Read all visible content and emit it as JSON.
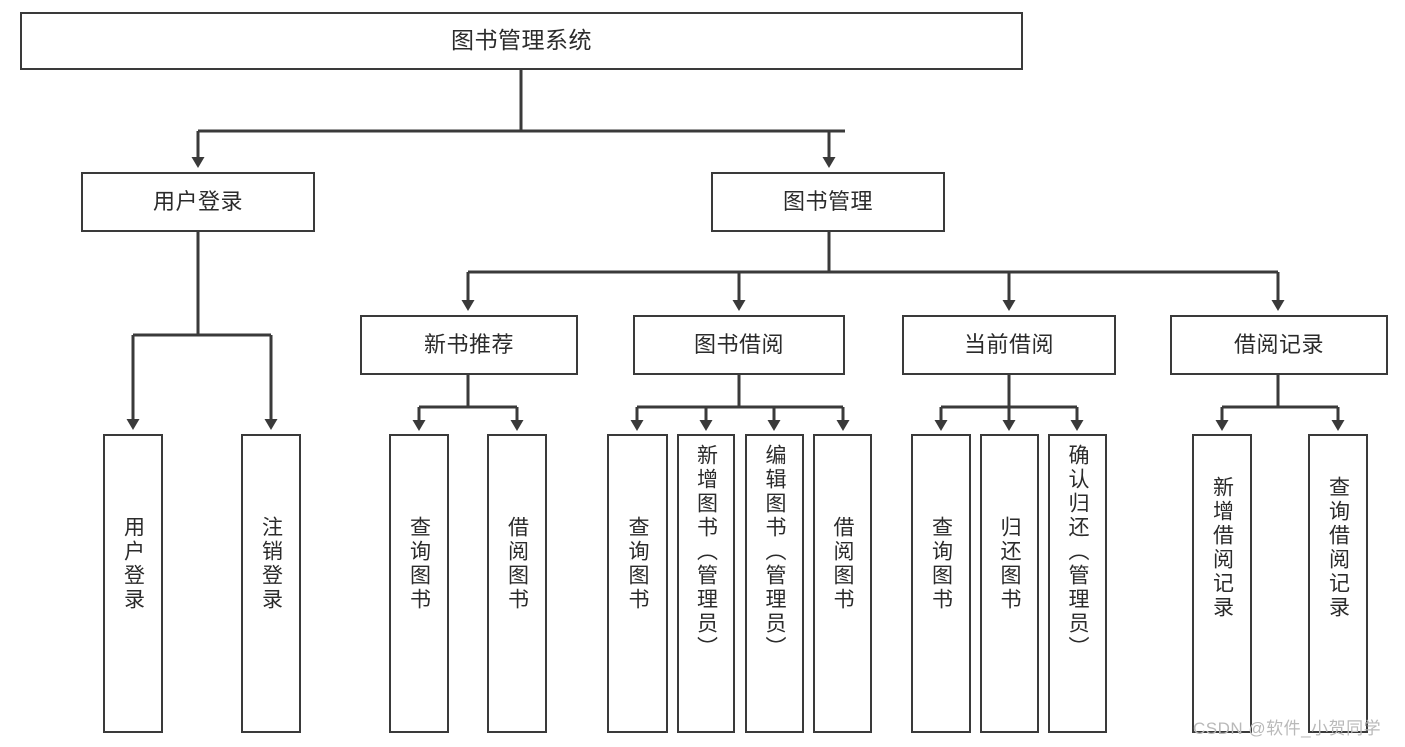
{
  "diagram": {
    "type": "tree-structure-chart",
    "title": "图书管理系统",
    "orientation": "top-down",
    "levels": 4
  },
  "nodes": {
    "root": {
      "label": "图书管理系统"
    },
    "level2": [
      {
        "id": "user-login",
        "label": "用户登录"
      },
      {
        "id": "book-manage",
        "label": "图书管理"
      }
    ],
    "level3": [
      {
        "id": "new-book-recommend",
        "label": "新书推荐"
      },
      {
        "id": "book-borrow",
        "label": "图书借阅"
      },
      {
        "id": "current-borrow",
        "label": "当前借阅"
      },
      {
        "id": "borrow-record",
        "label": "借阅记录"
      }
    ],
    "leaves": {
      "user-login": [
        {
          "id": "leaf-user-login",
          "label": "用户登录"
        },
        {
          "id": "leaf-user-logout",
          "label": "注销登录"
        }
      ],
      "new-book-recommend": [
        {
          "id": "leaf-query-book-1",
          "label": "查询图书"
        },
        {
          "id": "leaf-borrow-book-1",
          "label": "借阅图书"
        }
      ],
      "book-borrow": [
        {
          "id": "leaf-query-book-2",
          "label": "查询图书"
        },
        {
          "id": "leaf-add-book",
          "label": "新增图书（管理员）"
        },
        {
          "id": "leaf-edit-book",
          "label": "编辑图书（管理员）"
        },
        {
          "id": "leaf-borrow-book-2",
          "label": "借阅图书"
        }
      ],
      "current-borrow": [
        {
          "id": "leaf-query-book-3",
          "label": "查询图书"
        },
        {
          "id": "leaf-return-book",
          "label": "归还图书"
        },
        {
          "id": "leaf-confirm-return",
          "label": "确认归还（管理员）"
        }
      ],
      "borrow-record": [
        {
          "id": "leaf-add-record",
          "label": "新增借阅记录"
        },
        {
          "id": "leaf-query-record",
          "label": "查询借阅记录"
        }
      ]
    }
  },
  "watermark": {
    "text": "CSDN @软件_小贺同学"
  },
  "colors": {
    "border": "#3a3a3a",
    "text": "#2b2b2b",
    "background": "#ffffff",
    "edge": "#3a3a3a",
    "watermark": "#b9b9b9"
  }
}
